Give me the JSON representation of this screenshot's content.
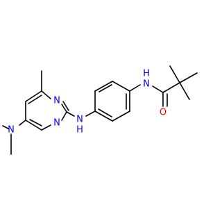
{
  "molecule": {
    "atom_labels": {
      "n_amide": "N",
      "h_amide": "H",
      "o_carbonyl": "O",
      "n_ring_upper": "N",
      "n_ring_lower": "N",
      "n_dimethyl": "N",
      "n_amine": "N",
      "h_amine": "H"
    },
    "colors": {
      "bond": "#000000",
      "nitrogen": "#0000ff",
      "oxygen": "#ff0000",
      "background": "#ffffff"
    }
  }
}
